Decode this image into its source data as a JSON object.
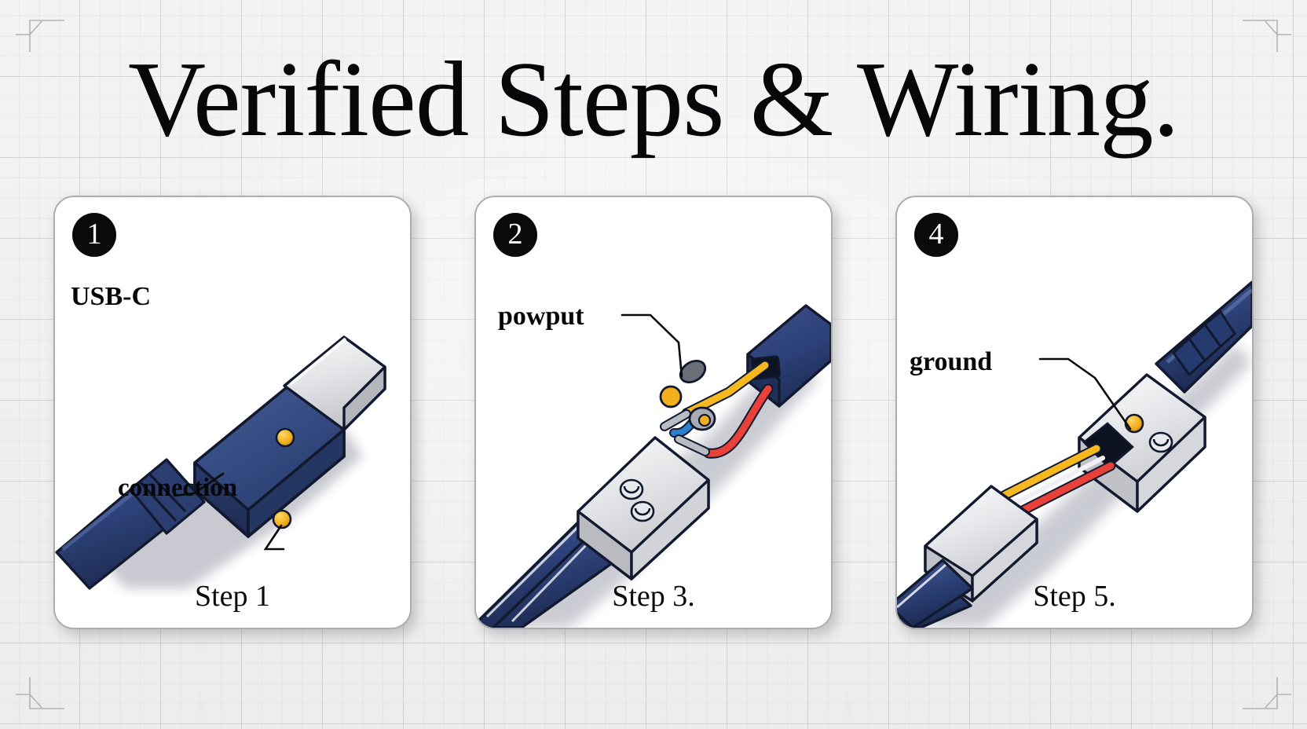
{
  "page": {
    "title": "Verified Steps & Wiring.",
    "background": "#efefef",
    "grid_color": "#969696",
    "corner_marks": 4
  },
  "colors": {
    "connector_blue": "#2f4680",
    "connector_blue_dark": "#1e2e55",
    "connector_blue_light": "#42578f",
    "metal_light": "#e8e8ea",
    "metal_mid": "#c8c9cc",
    "metal_dark": "#9fa0a4",
    "wire_yellow": "#f5b81e",
    "wire_red": "#e8413a",
    "wire_blue": "#2f7fd0",
    "contact_gold": "#f2b01c",
    "outline": "#111318",
    "shadow": "#7d8192",
    "panel_border": "#adadad",
    "panel_face": "#ffffff",
    "badge_bg": "#0a0a0a",
    "badge_text": "#ffffff",
    "label_text": "#07070a"
  },
  "panels": [
    {
      "badge": "1",
      "caption": "Step 1",
      "subject": "usb-c-connector-plug",
      "callouts": [
        {
          "text": "USB-C",
          "target": "top-contact-point",
          "anchor": "left"
        },
        {
          "text": "connection",
          "target": "bottom-contact-point",
          "anchor": "right"
        }
      ]
    },
    {
      "badge": "2",
      "caption": "Step 3.",
      "subject": "spliced-wire-junction-with-inline-connectors",
      "callouts": [
        {
          "text": "powput",
          "target": "splice-node",
          "anchor": "left"
        }
      ]
    },
    {
      "badge": "4",
      "caption": "Step 5.",
      "subject": "inline-metal-connector-pair-with-wires",
      "callouts": [
        {
          "text": "ground",
          "target": "gold-contact-point",
          "anchor": "left"
        }
      ]
    }
  ]
}
